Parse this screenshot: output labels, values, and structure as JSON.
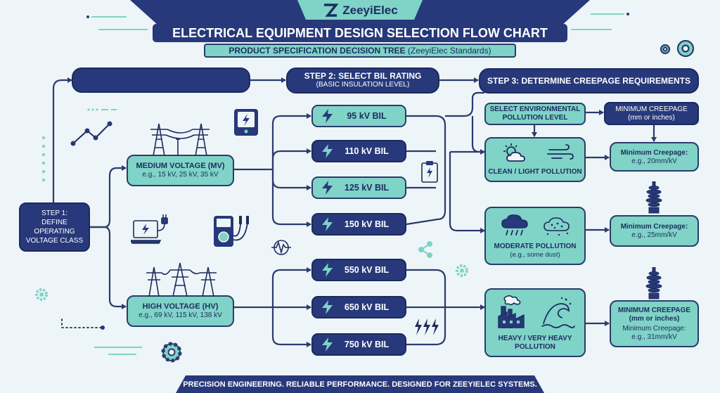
{
  "brand": {
    "name": "ZeeyiElec"
  },
  "title": "ELECTRICAL EQUIPMENT DESIGN SELECTION FLOW CHART",
  "subtitle": {
    "strong": "PRODUCT SPECIFICATION DECISION TREE",
    "rest": " (ZeeyiElec Standards)"
  },
  "steps": {
    "step1": "STEP 1:\nDEFINE OPERATING\nVOLTAGE CLASS",
    "step2_title": "STEP 2: SELECT BIL RATING",
    "step2_sub": "(BASIC INSULATION LEVEL)",
    "step3": "STEP 3: DETERMINE CREEPAGE REQUIREMENTS"
  },
  "voltage_classes": [
    {
      "name": "MEDIUM VOLTAGE (MV)",
      "examples": "e.g., 15 kV, 25 kV, 35 kV"
    },
    {
      "name": "HIGH VOLTAGE (HV)",
      "examples": "e.g., 69 kV, 115 kV, 138 kV"
    }
  ],
  "bil_ratings": [
    "95 kV BIL",
    "110 kV BIL",
    "125 kV BIL",
    "150 kV BIL",
    "550 kV BIL",
    "650 kV BIL",
    "750 kV BIL"
  ],
  "environment": {
    "select_title": "SELECT ENVIRONMENTAL\nPOLLUTION LEVEL",
    "min_creepage_header": "MINIMUM CREEPAGE\n(mm or inches)",
    "levels": [
      {
        "name": "CLEAN / LIGHT POLLUTION",
        "note": ""
      },
      {
        "name": "MODERATE POLLUTION",
        "note": "(e.g., some dust)"
      },
      {
        "name": "HEAVY / VERY HEAVY\nPOLLUTION",
        "note": ""
      }
    ]
  },
  "creepage": [
    {
      "header": "",
      "label": "Minimum Creepage:",
      "value": "e.g., 20mm/kV"
    },
    {
      "header": "",
      "label": "Minimum Creepage:",
      "value": "e.g., 25mm/kV"
    },
    {
      "header": "MINIMUM CREEPAGE\n(mm or inches)",
      "label": "Minimum Creepage:",
      "value": "e.g., 31mm/kV"
    }
  ],
  "footer": "PRECISION ENGINEERING. RELIABLE PERFORMANCE. DESIGNED FOR ZEEYIELEC SYSTEMS.",
  "colors": {
    "navy": "#27397a",
    "teal": "#7fd3c7",
    "background": "#eef5f8",
    "line": "#2b3b6d"
  }
}
